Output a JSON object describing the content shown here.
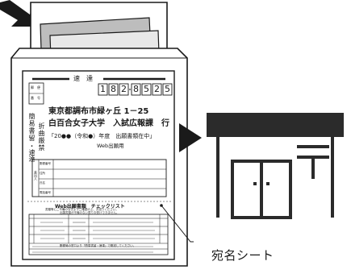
{
  "envelope": {
    "express_header": "速　達",
    "postal_label_top": "郵　便",
    "postal_label_bottom": "番　号",
    "postal_code": [
      "1",
      "8",
      "2",
      "8",
      "5",
      "2",
      "5"
    ],
    "address": "東京都調布市緑ヶ丘 1－25",
    "recipient": "白百合女子大学　入試広報課　行",
    "side_note_1": "簡易書留",
    "side_note_2": "折曲厳禁",
    "side_note_3": "・速達",
    "bracket_text": "「20●●（令和●）年度　出願書類在中」",
    "web_note": "Web出願用",
    "sender_fields": [
      "郵便番号",
      "住所",
      "氏名",
      "電話番号"
    ],
    "sender_side_label": "差出人",
    "checklist_title": "Web出願書類　チェックリスト",
    "checklist_sub_1": "書類等にご不備のなきようご確認の上、お送りください。",
    "checklist_sub_2": "出願書類が不備のない限りお受けできません。",
    "checklist_footer": "郵便局の窓口より「簡易書留・速達」で郵送してください。"
  },
  "label_text": "宛名シート",
  "colors": {
    "line": "#1a1a1a",
    "arrow": "#1a1a1a",
    "building": "#2b2b2b",
    "gray_sheet": "#bdbdbd"
  },
  "icons": [
    "arrow-down-right-icon",
    "arrow-right-icon",
    "post-office-icon"
  ]
}
